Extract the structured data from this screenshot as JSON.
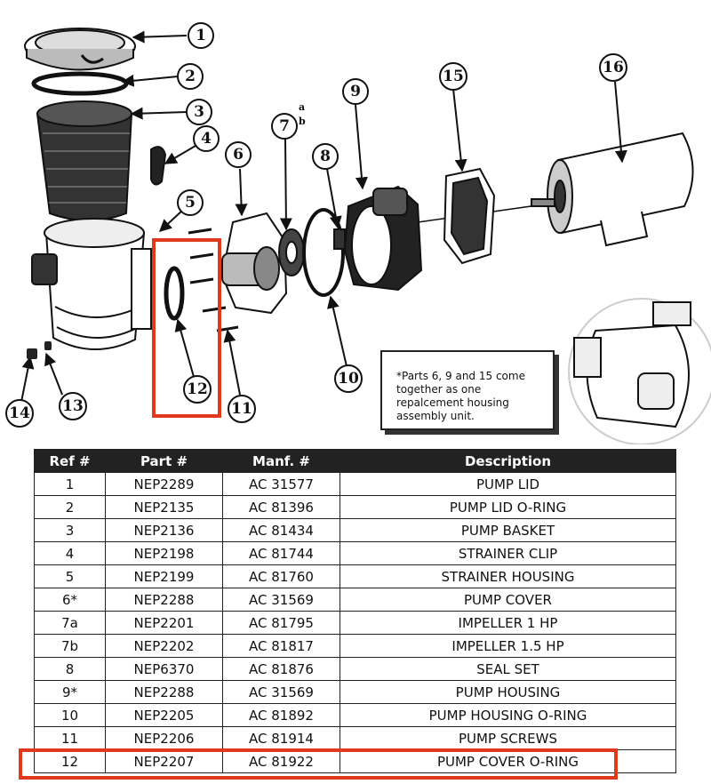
{
  "callouts": {
    "c1": "1",
    "c2": "2",
    "c3": "3",
    "c4": "4",
    "c5": "5",
    "c6": "6",
    "c7": "7",
    "c7a": "a",
    "c7b": "b",
    "c8": "8",
    "c9": "9",
    "c10": "10",
    "c11": "11",
    "c12": "12",
    "c13": "13",
    "c14": "14",
    "c15": "15",
    "c16": "16"
  },
  "note": "*Parts 6, 9 and 15 come together as one repalcement housing assembly unit.",
  "highlight_color": "#e03a1c",
  "table": {
    "headers": [
      "Ref #",
      "Part #",
      "Manf. #",
      "Description"
    ],
    "rows": [
      [
        "1",
        "NEP2289",
        "AC 31577",
        "PUMP LID"
      ],
      [
        "2",
        "NEP2135",
        "AC 81396",
        "PUMP LID O-RING"
      ],
      [
        "3",
        "NEP2136",
        "AC 81434",
        "PUMP BASKET"
      ],
      [
        "4",
        "NEP2198",
        "AC 81744",
        "STRAINER CLIP"
      ],
      [
        "5",
        "NEP2199",
        "AC 81760",
        "STRAINER HOUSING"
      ],
      [
        "6*",
        "NEP2288",
        "AC 31569",
        "PUMP COVER"
      ],
      [
        "7a",
        "NEP2201",
        "AC 81795",
        "IMPELLER 1 HP"
      ],
      [
        "7b",
        "NEP2202",
        "AC 81817",
        "IMPELLER 1.5 HP"
      ],
      [
        "8",
        "NEP6370",
        "AC 81876",
        "SEAL SET"
      ],
      [
        "9*",
        "NEP2288",
        "AC 31569",
        "PUMP HOUSING"
      ],
      [
        "10",
        "NEP2205",
        "AC 81892",
        "PUMP HOUSING O-RING"
      ],
      [
        "11",
        "NEP2206",
        "AC 81914",
        "PUMP SCREWS"
      ],
      [
        "12",
        "NEP2207",
        "AC 81922",
        "PUMP COVER O-RING"
      ]
    ]
  }
}
